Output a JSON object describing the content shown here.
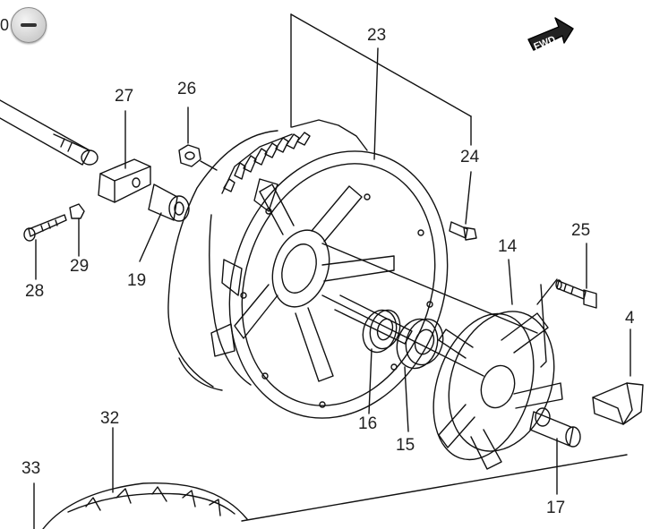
{
  "toolbar": {
    "zoom_out_label": "−",
    "edge_text": "0"
  },
  "direction_badge": "FWD",
  "callouts": {
    "c23": "23",
    "c24": "24",
    "c26": "26",
    "c27": "27",
    "c29": "29",
    "c28": "28",
    "c19": "19",
    "c25": "25",
    "c14": "14",
    "c4": "4",
    "c16": "16",
    "c15": "15",
    "c17": "17",
    "c32": "32",
    "c33": "33"
  }
}
